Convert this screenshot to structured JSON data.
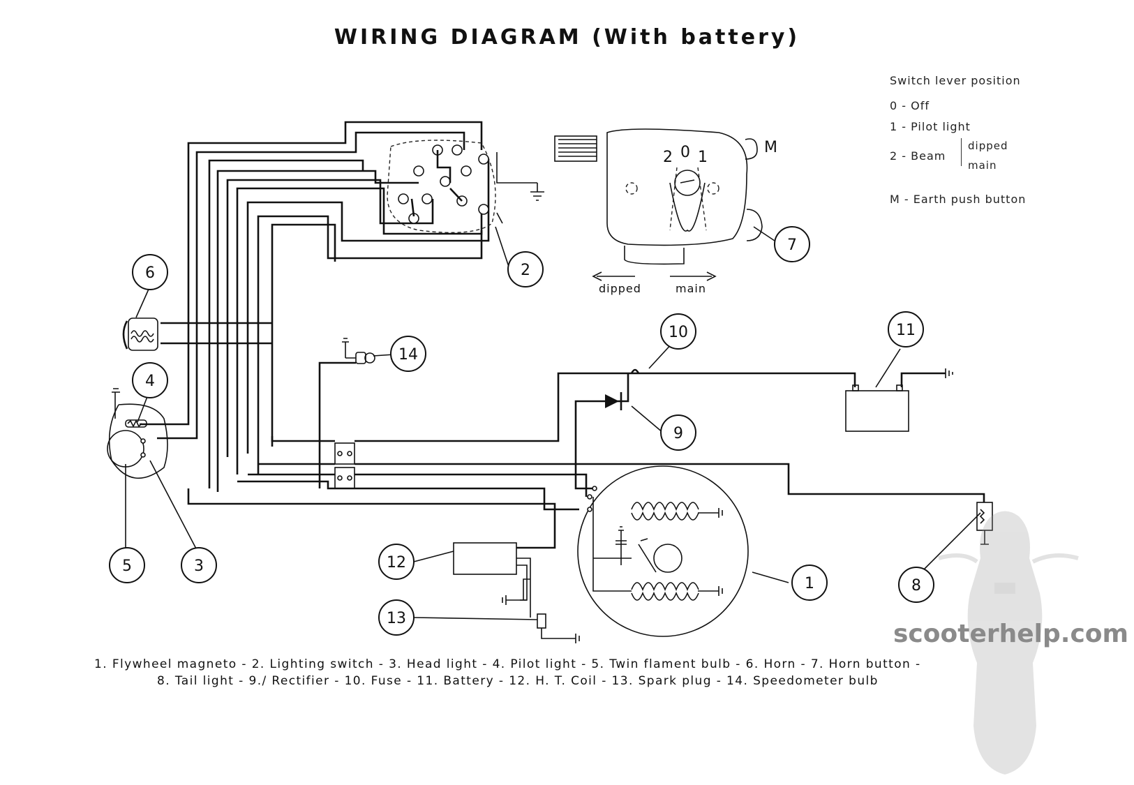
{
  "title": "WIRING DIAGRAM (With battery)",
  "legend": {
    "heading": "Switch lever position",
    "off": "0 - Off",
    "pilot": "1 - Pilot light",
    "beam": "2 - Beam",
    "beam_dipped": "dipped",
    "beam_main": "main",
    "earth": "M - Earth push button"
  },
  "switch_marks": {
    "pos2": "2",
    "pos0": "0",
    "pos1": "1",
    "earth_button": "M"
  },
  "direction": {
    "dipped": "dipped",
    "main": "main"
  },
  "callouts": [
    "1",
    "2",
    "3",
    "4",
    "5",
    "6",
    "7",
    "8",
    "9",
    "10",
    "11",
    "12",
    "13",
    "14"
  ],
  "caption": {
    "line1": "1. Flywheel magneto - 2. Lighting switch - 3. Head light - 4. Pilot light - 5. Twin flament bulb - 6. Horn - 7. Horn button -",
    "line2": "8. Tail light - 9./ Rectifier - 10. Fuse - 11. Battery - 12. H. T. Coil - 13. Spark plug - 14. Speedometer bulb"
  },
  "watermark": "scooterhelp.com"
}
